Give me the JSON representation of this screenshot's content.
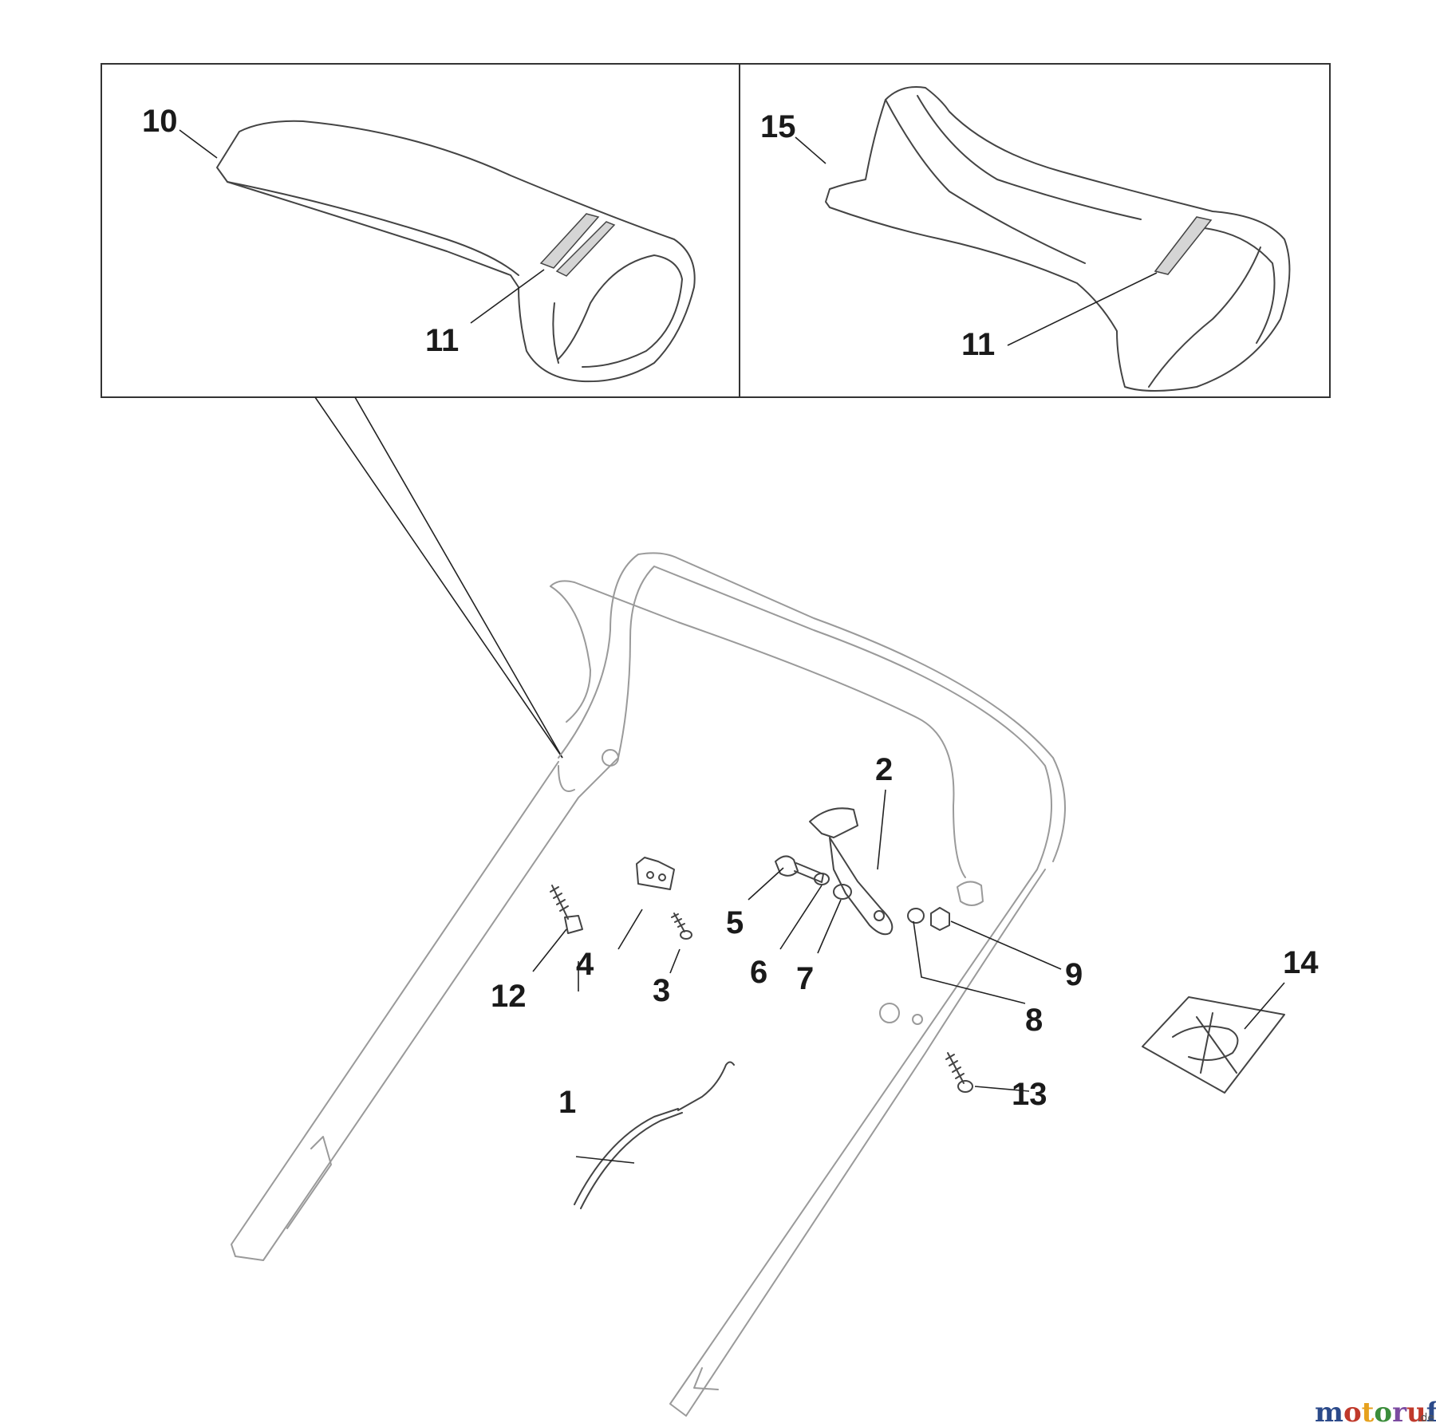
{
  "callouts": {
    "c1": "1",
    "c2": "2",
    "c3": "3",
    "c4": "4",
    "c5": "5",
    "c6": "6",
    "c7": "7",
    "c8": "8",
    "c9": "9",
    "c10": "10",
    "c11_left": "11",
    "c11_right": "11",
    "c12": "12",
    "c13": "13",
    "c14": "14",
    "c15": "15"
  },
  "watermark": {
    "brand": "motoruf",
    "tld": ".de",
    "colors": [
      "#2b4a8a",
      "#c0392b",
      "#e6a11e",
      "#3b8d3b",
      "#7b4aa0",
      "#c0392b",
      "#2b4a8a"
    ]
  }
}
